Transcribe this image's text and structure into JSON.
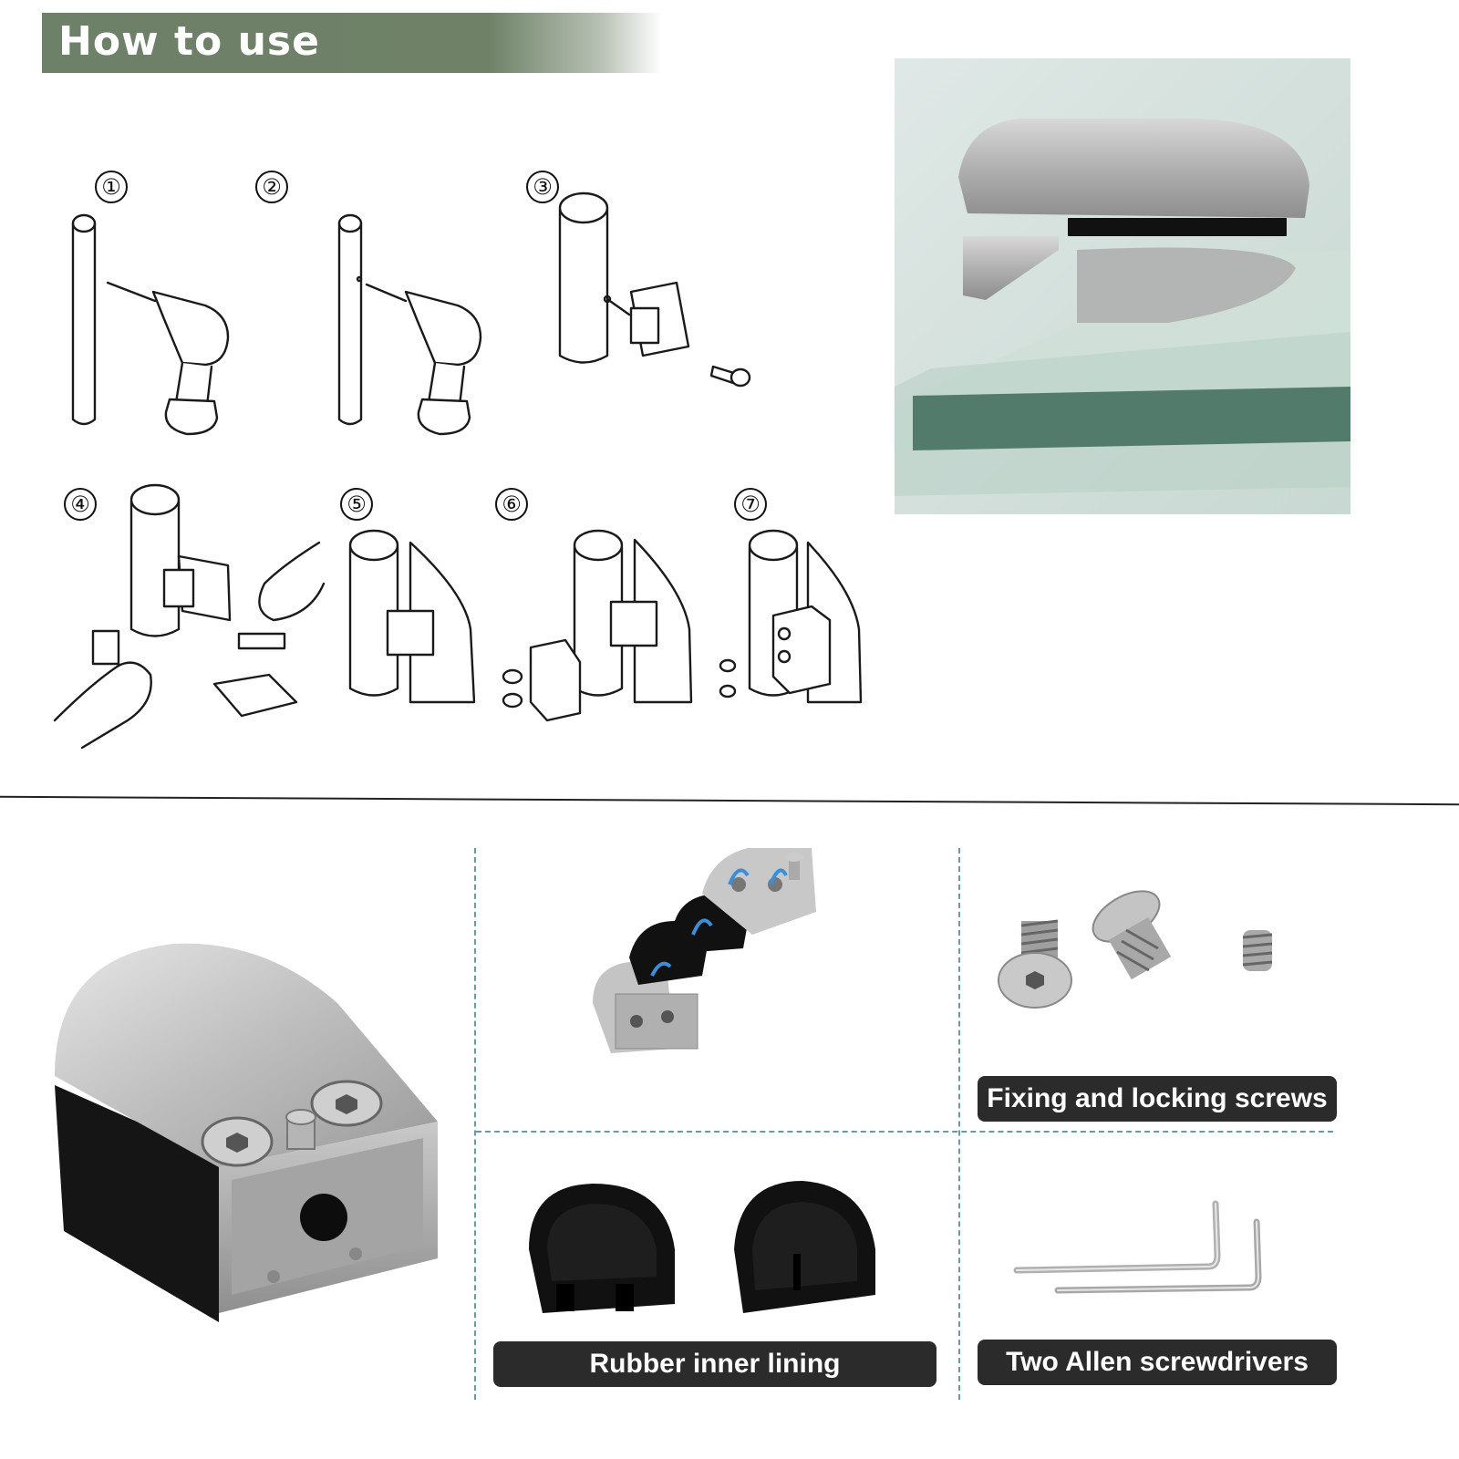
{
  "header": {
    "title": "How to use"
  },
  "steps": [
    {
      "number": "①"
    },
    {
      "number": "②"
    },
    {
      "number": "③"
    },
    {
      "number": "④"
    },
    {
      "number": "⑤"
    },
    {
      "number": "⑥"
    },
    {
      "number": "⑦"
    }
  ],
  "parts": {
    "screws_caption": "Fixing and locking screws",
    "rubber_caption": "Rubber inner lining",
    "allen_caption": "Two Allen screwdrivers"
  },
  "colors": {
    "banner": "#6f8268",
    "caption_bg": "#2b2b2b",
    "dashed_divider": "#6b9aa3",
    "stainless": "#b8b8b8",
    "glass": "#cfe0d8"
  },
  "icons": [
    "drill-icon",
    "screw-icon",
    "hand-icon",
    "allen-key-icon"
  ]
}
